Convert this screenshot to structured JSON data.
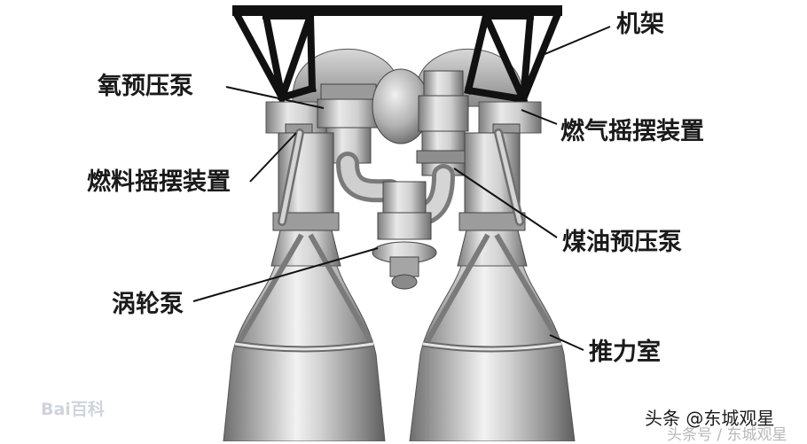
{
  "labels": {
    "frame": "机架",
    "oxidizer_prepump": "氧预压泵",
    "gas_gimbal": "燃气摇摆装置",
    "fuel_gimbal": "燃料摇摆装置",
    "kerosene_prepump": "煤油预压泵",
    "turbopump": "涡轮泵",
    "thrust_chamber": "推力室"
  },
  "watermarks": {
    "baidu": "Bai百科",
    "credit": "头条 @东城观星",
    "credit_faded": "头条号 / 东城观星"
  },
  "colors": {
    "metal_light": "#e6e6e6",
    "metal_mid": "#bdbdbd",
    "metal_dark": "#7a7a7a",
    "frame": "#111111",
    "leader_line": "#111111"
  }
}
